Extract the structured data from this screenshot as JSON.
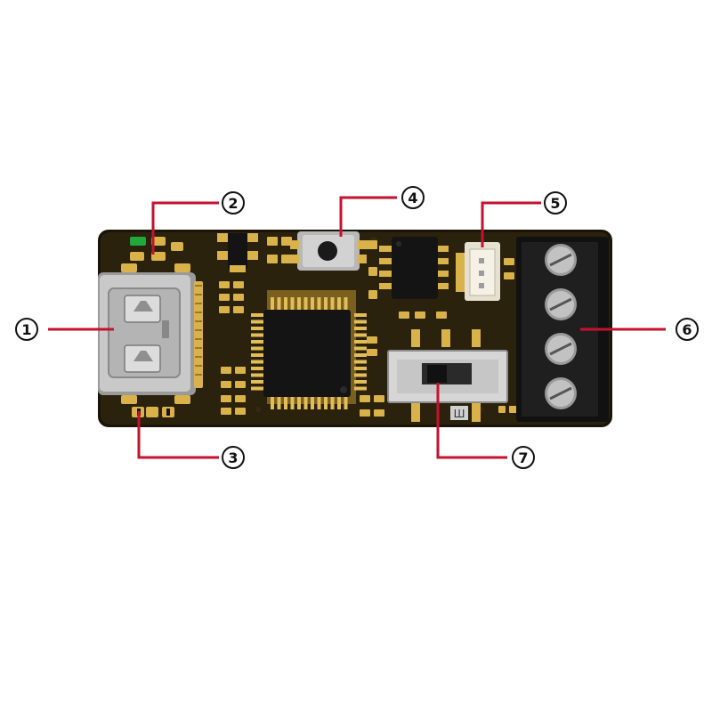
{
  "colors": {
    "background": "#ffffff",
    "board": "#2b220e",
    "board_edge": "#1a1408",
    "pad_gold": "#d9b24a",
    "chip_black": "#141414",
    "terminal_black": "#1f1f1f",
    "screw_silver": "#b9b9b9",
    "usb_silver": "#c9c9c9",
    "leader_red": "#c4122f",
    "led_green": "#1fa83b"
  },
  "callouts": [
    {
      "id": "1",
      "label": "1",
      "target": "usb-c-connector"
    },
    {
      "id": "2",
      "label": "2",
      "target": "status-led"
    },
    {
      "id": "3",
      "label": "3",
      "target": "lower-led-pads"
    },
    {
      "id": "4",
      "label": "4",
      "target": "push-button"
    },
    {
      "id": "5",
      "label": "5",
      "target": "jst-connector"
    },
    {
      "id": "6",
      "label": "6",
      "target": "screw-terminal-block"
    },
    {
      "id": "7",
      "label": "7",
      "target": "slide-switch"
    }
  ],
  "components": {
    "switch_marking": "Ш"
  }
}
